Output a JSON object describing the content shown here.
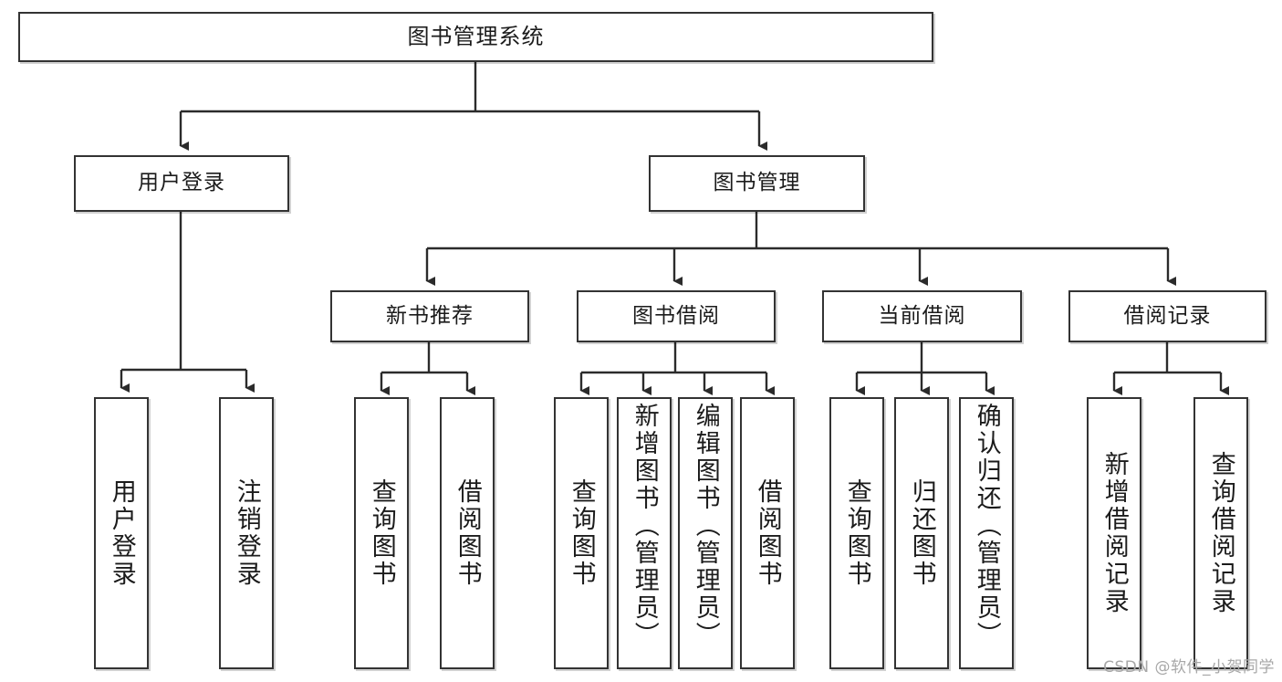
{
  "diagram": {
    "title": "图书管理系统",
    "type": "tree-hierarchy",
    "watermark": "CSDN @软件_小贺同学",
    "colors": {
      "box_border": "#333333",
      "box_fill": "#ffffff",
      "line": "#2b2b2b",
      "text": "#1b1b1b",
      "watermark": "#a8a8a8"
    },
    "root": {
      "label": "图书管理系统"
    },
    "level2": [
      {
        "label": "用户登录"
      },
      {
        "label": "图书管理"
      }
    ],
    "level3": [
      {
        "label": "新书推荐"
      },
      {
        "label": "图书借阅"
      },
      {
        "label": "当前借阅"
      },
      {
        "label": "借阅记录"
      }
    ],
    "leaves": {
      "user_login": [
        {
          "label": "用户登录"
        },
        {
          "label": "注销登录"
        }
      ],
      "new_book": [
        {
          "label": "查询图书"
        },
        {
          "label": "借阅图书"
        }
      ],
      "book_borrow": [
        {
          "label": "查询图书"
        },
        {
          "label": "新增图书（管理员）"
        },
        {
          "label": "编辑图书（管理员）"
        },
        {
          "label": "借阅图书"
        }
      ],
      "current_borrow": [
        {
          "label": "查询图书"
        },
        {
          "label": "归还图书"
        },
        {
          "label": "确认归还（管理员）"
        }
      ],
      "borrow_record": [
        {
          "label": "新增借阅记录"
        },
        {
          "label": "查询借阅记录"
        }
      ]
    }
  }
}
